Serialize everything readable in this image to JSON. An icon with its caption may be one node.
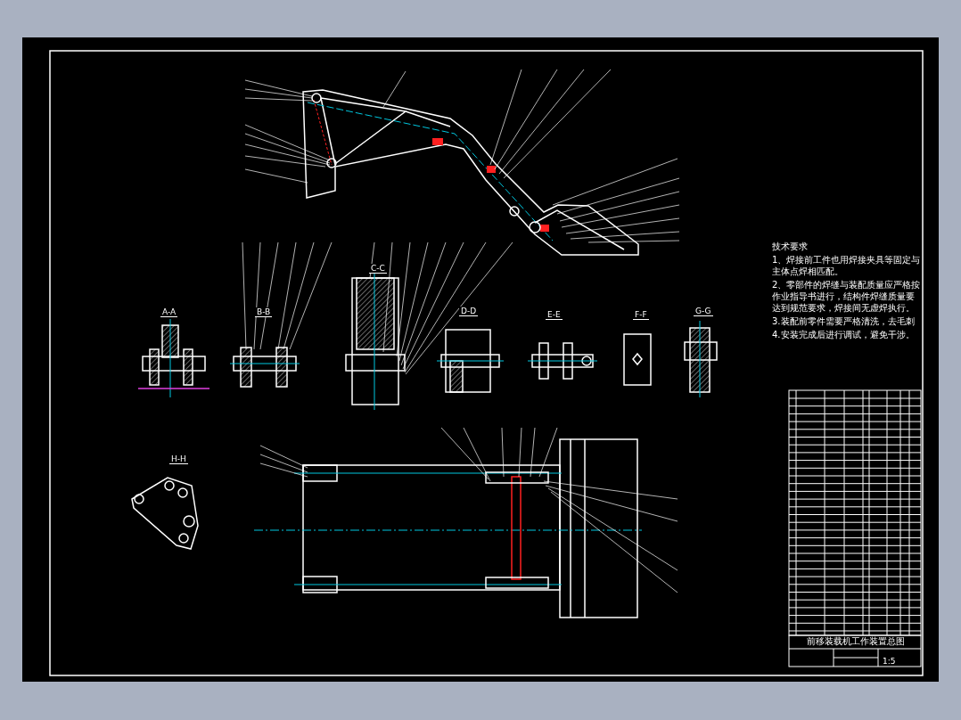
{
  "diagram": {
    "labels": [
      "技术要求",
      "1、焊接前工件也用焊接夹具等固定与主体点焊相匹配。",
      "2、零部件的焊缝与装配质量应严格按作业指导书进行，结构件焊缝质量要达到规范要求，焊接间无虚焊执行。",
      "3.装配前零件需要严格清洗，去毛刺",
      "4.安装完成后进行调试，避免干涉。",
      "A-A",
      "B-B",
      "C-C",
      "D-D",
      "E-E",
      "F-F",
      "G-G",
      "H-H",
      "前移装载机工作装置总图",
      "1:5"
    ]
  }
}
